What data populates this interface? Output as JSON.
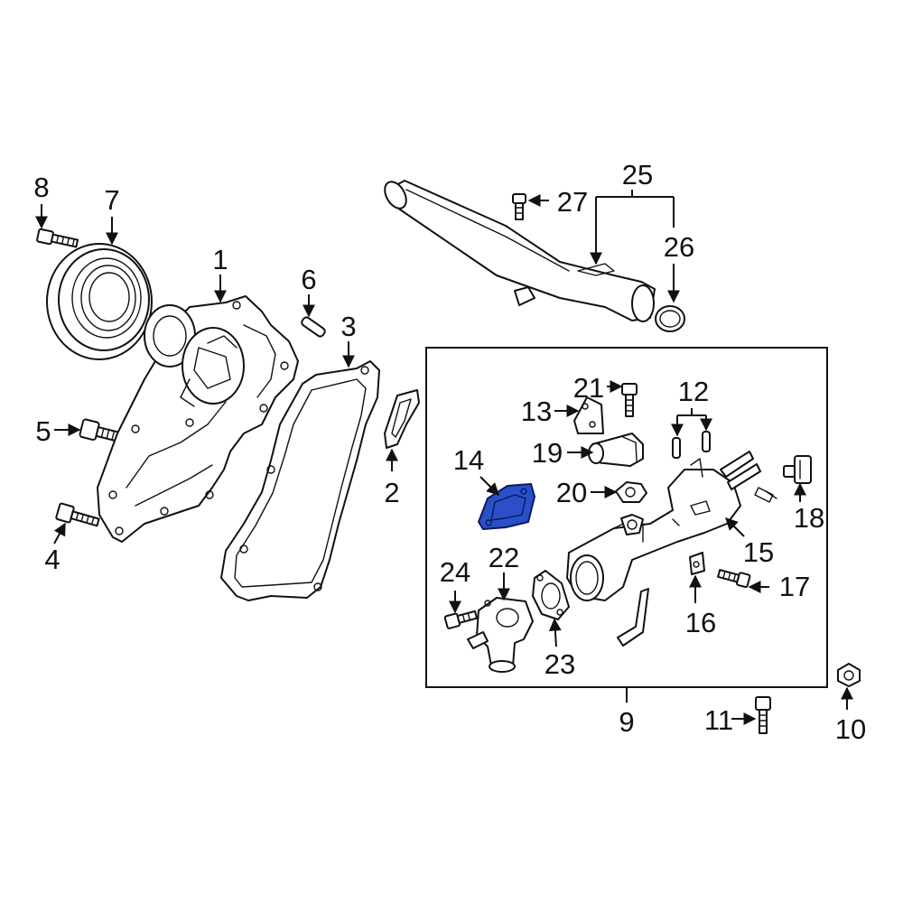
{
  "highlight_color": "#2a4fc8",
  "callouts": {
    "c1": "1",
    "c2": "2",
    "c3": "3",
    "c4": "4",
    "c5": "5",
    "c6": "6",
    "c7": "7",
    "c8": "8",
    "c9": "9",
    "c10": "10",
    "c11": "11",
    "c12": "12",
    "c13": "13",
    "c14": "14",
    "c15": "15",
    "c16": "16",
    "c17": "17",
    "c18": "18",
    "c19": "19",
    "c20": "20",
    "c21": "21",
    "c22": "22",
    "c23": "23",
    "c24": "24",
    "c25": "25",
    "c26": "26",
    "c27": "27"
  }
}
